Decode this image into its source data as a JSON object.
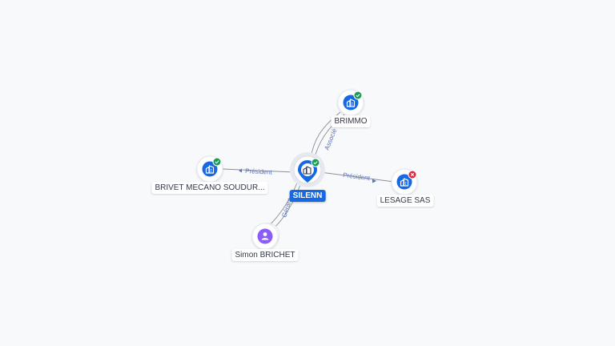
{
  "colors": {
    "background": "#f8f9fb",
    "company_blue": "#1668e3",
    "person_purple": "#8b5cf6",
    "active_green": "#1a9c55",
    "closed_red": "#e0243a",
    "edge": "#8a8f9c",
    "edge_label": "#5a72b8"
  },
  "nodes": {
    "center": {
      "label": "SILENN",
      "icon": "building-icon",
      "status": "active"
    },
    "brimmo": {
      "label": "BRIMMO",
      "icon": "building-icon",
      "status": "active"
    },
    "brivet": {
      "label": "BRIVET MECANO SOUDUR...",
      "icon": "building-icon",
      "status": "active"
    },
    "lesage": {
      "label": "LESAGE SAS",
      "icon": "building-icon",
      "status": "closed"
    },
    "simon": {
      "label": "Simon BRICHET",
      "icon": "person-icon"
    }
  },
  "edges": {
    "brimmo": {
      "label": "Associé"
    },
    "brivet": {
      "label": "Président"
    },
    "lesage": {
      "label": "Président"
    },
    "simon": {
      "label": "Gérant"
    }
  }
}
